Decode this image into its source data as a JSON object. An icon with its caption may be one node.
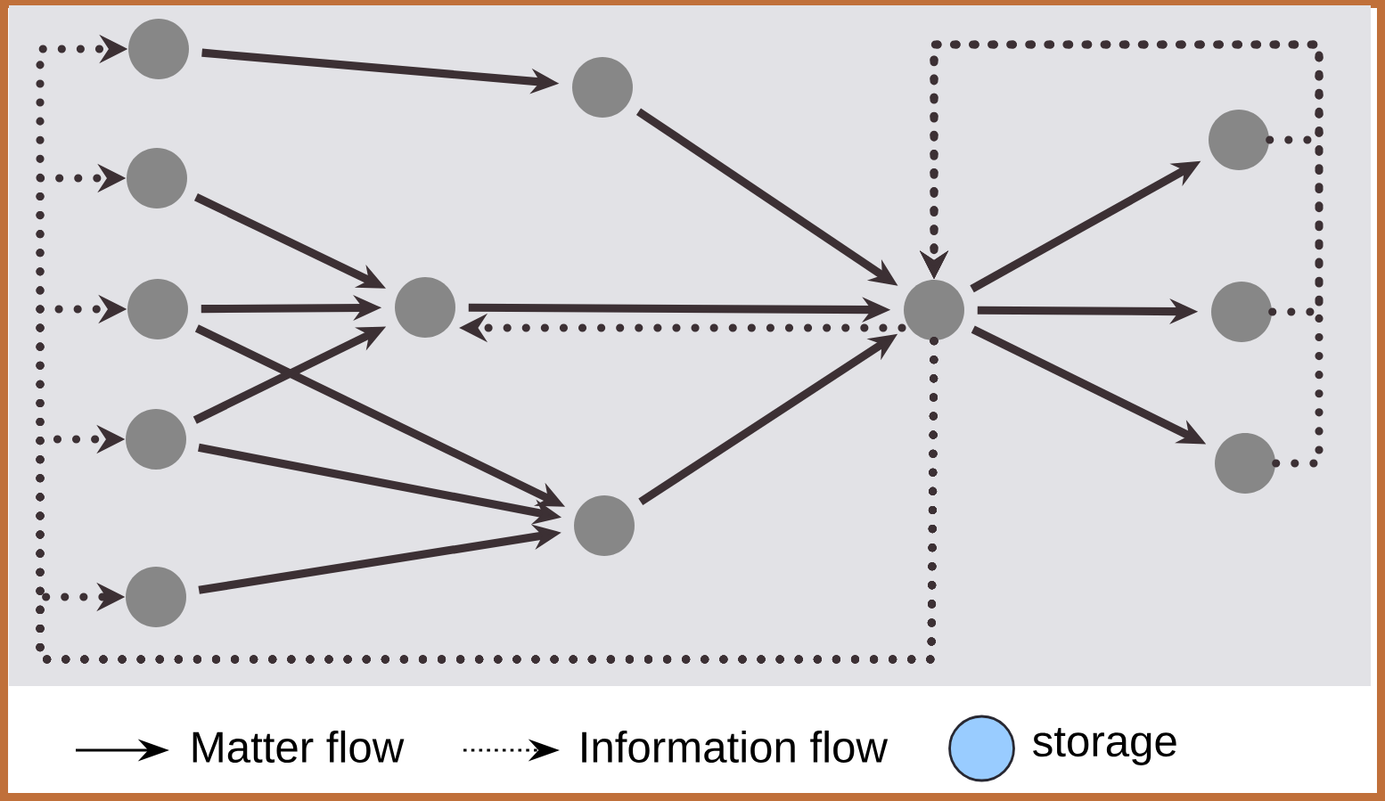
{
  "diagram": {
    "nodes": [
      {
        "text": [],
        "shape": "circle"
      },
      {
        "text": [],
        "shape": "circle"
      },
      {
        "text": [],
        "shape": "circle"
      },
      {
        "text": [],
        "shape": "circle"
      },
      {
        "text": [],
        "shape": "circle"
      },
      {
        "text": [],
        "shape": "circle"
      },
      {
        "text": [],
        "shape": "circle"
      },
      {
        "text": [],
        "shape": "circle"
      },
      {
        "text": [],
        "shape": "circle"
      },
      {
        "text": [],
        "shape": "circle"
      },
      {
        "text": [],
        "shape": "circle"
      },
      {
        "text": [],
        "shape": "circle"
      }
    ],
    "edges": [
      {
        "from": 0,
        "to": 5,
        "arrow": "to"
      },
      {
        "from": 1,
        "to": 6,
        "arrow": "to"
      },
      {
        "from": 2,
        "to": 6,
        "arrow": "to"
      },
      {
        "from": 2,
        "to": 7,
        "arrow": "to"
      },
      {
        "from": 3,
        "to": 6,
        "arrow": "to"
      },
      {
        "from": 3,
        "to": 7,
        "arrow": "to"
      },
      {
        "from": 4,
        "to": 7,
        "arrow": "to"
      },
      {
        "from": 5,
        "to": 8,
        "arrow": "to"
      },
      {
        "from": 6,
        "to": 8,
        "arrow": "to"
      },
      {
        "from": 7,
        "to": 8,
        "arrow": "to"
      },
      {
        "from": 8,
        "to": 9,
        "arrow": "to"
      },
      {
        "from": 8,
        "to": 10,
        "arrow": "to"
      },
      {
        "from": 8,
        "to": 11,
        "arrow": "to"
      },
      {
        "from": 8,
        "to": 6,
        "arrow": "to",
        "style": "dashed"
      },
      {
        "from": 9,
        "to": 8,
        "arrow": "to",
        "style": "dashed"
      },
      {
        "from": 10,
        "to": 8,
        "arrow": "to",
        "style": "dashed"
      },
      {
        "from": 11,
        "to": 8,
        "arrow": "to",
        "style": "dashed"
      },
      {
        "from": 8,
        "to": 0,
        "arrow": "to",
        "style": "dashed"
      },
      {
        "from": 8,
        "to": 1,
        "arrow": "to",
        "style": "dashed"
      },
      {
        "from": 8,
        "to": 2,
        "arrow": "to",
        "style": "dashed"
      },
      {
        "from": 8,
        "to": 3,
        "arrow": "to",
        "style": "dashed"
      },
      {
        "from": 8,
        "to": 4,
        "arrow": "to",
        "style": "dashed"
      }
    ],
    "legend": [
      {
        "text": "Matter flow"
      },
      {
        "text": "Information flow"
      },
      {
        "text": "storage"
      }
    ]
  }
}
